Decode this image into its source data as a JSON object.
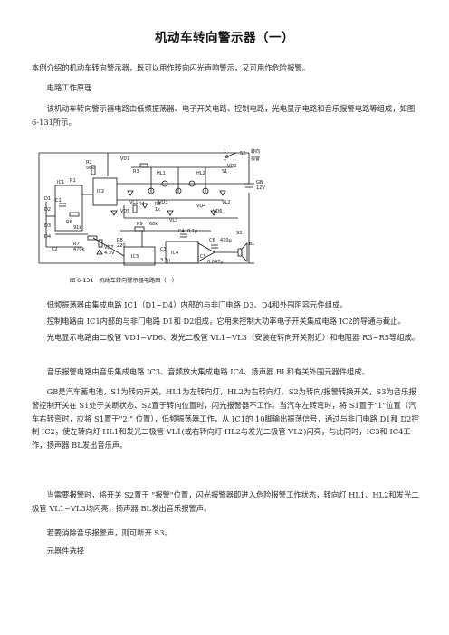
{
  "title": "机动车转向警示器（一）",
  "paragraphs": [
    "本例介绍的机动车转向警示器，既可以用作转向闪光声响警示，又可用作危险报警。",
    "电路工作原理",
    "该机动车转向警示器电路由低频振荡器、电子开关电路、控制电路，光电显示电路和音乐报警电路等组成，如图 6-131所示。",
    "低频振荡器由集成电路 IC1（D1~D4）内部的与非门电路 D3、D4和外围阻容元件组成。",
    "控制电路由 IC1内部的与非门电路 D1和 D2组成，它用来控制大功率电子开关集成电路 IC2的导通与截止。",
    "光电显示电路由二极管 VD1~VD6、发光二极管 VL1~VL3（安装在转向开关附近）和电阻器 R3~R5等组成。",
    "音乐报警电路由音乐集成电路 IC3、音频放大集成电路 IC4、扬声器 BL和有关外围元器件组成。",
    "GB是汽车蓄电池，S1为转向开关，HL1为左转向灯，HL2为右转向灯。S2为转向/报警转换开关，S3为音乐报警控制开关在 S1处于关断状态、S2置于转向位置时，闪光报警器不工作。当汽车左转弯时，将 S1置于\"1\"位置（汽车右转弯时，应将 S1置于\"2 \" 位置），低频振荡器工作，从 IC1的 10脚输出振荡信号，通过与非门电路 D1和 D2控制 IC2，使左转向灯 HL1和发光二极管 VL1(或右转向灯 HL2与发光二极管 VL2)闪亮，与此同时，IC3和 IC4工作，扬声器 BL发出音乐声。",
    "当需要报警时，将开关 S2置于 \"报警\"位置，闪光报警器即进入危险报警工作状态，转向灯 HL1、HL2和发光二极管 VL1~VL3均闪亮，扬声器 BL发出音乐报警声。",
    "若要消除音乐报警声，则可断开 S3。",
    "元器件选择"
  ],
  "figure": {
    "caption": "图 6-131　机动车转向警示器电路图（一）",
    "labels": {
      "ic1": "IC1",
      "ic2": "IC2",
      "ic3": "IC3",
      "ic4": "IC4",
      "r1": "R1",
      "r2": "R2",
      "r2v": "560",
      "r3": "R3",
      "r4": "R4",
      "r5": "R5",
      "r5v": "1k",
      "r6": "R6",
      "r6v": "91k",
      "r7": "R7",
      "r7v": "470k",
      "r8": "R8",
      "r8v": "220",
      "r9": "R9",
      "r9v": "68k",
      "c1": "C1",
      "c2": "C2",
      "c3": "C3",
      "c4": "C4",
      "c4v": "0.1μ",
      "c5": "C5",
      "c5v": "0.047μ",
      "c6": "C6",
      "c6v": "470μ",
      "d1": "D1",
      "d2": "D2",
      "d3": "D3",
      "d4": "D4",
      "hl1": "HL1",
      "hl2": "HL2",
      "vl1": "VL1",
      "vl2": "VL2",
      "vl3": "VL3",
      "vd1": "VD1",
      "vd2": "VD2",
      "vd3": "VD3",
      "vd4": "VD4",
      "vd5": "VD5",
      "vd6": "VD6",
      "vd7": "VD7",
      "vd7v": "4.3V",
      "s1": "S1",
      "s2": "S2",
      "s3": "S3",
      "gb": "GB",
      "gbv": "12V",
      "bl": "BL",
      "turn": "转向",
      "alarm": "报警",
      "n1": "1",
      "n2": "2",
      "v33": "3.3μ"
    }
  }
}
